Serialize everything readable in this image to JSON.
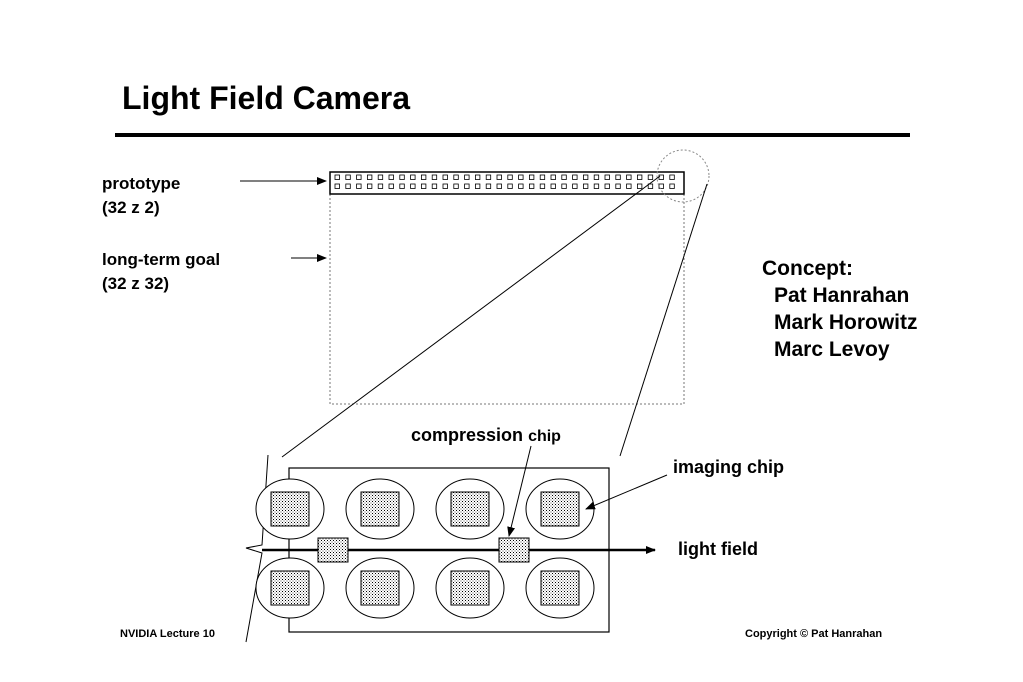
{
  "slide": {
    "title": "Light Field Camera",
    "footer_left": "NVIDIA Lecture 10",
    "footer_right": "Copyright © Pat Hanrahan"
  },
  "labels": {
    "prototype_line1": "prototype",
    "prototype_line2": "(32 z 2)",
    "goal_line1": "long-term goal",
    "goal_line2": "(32 z 32)",
    "compression": "compression",
    "compression_chip": "chip",
    "imaging_chip": "imaging chip",
    "light_field": "light field"
  },
  "concept": {
    "heading": "Concept:",
    "people": [
      "Pat Hanrahan",
      "Mark Horowitz",
      "Marc Levoy"
    ]
  }
}
